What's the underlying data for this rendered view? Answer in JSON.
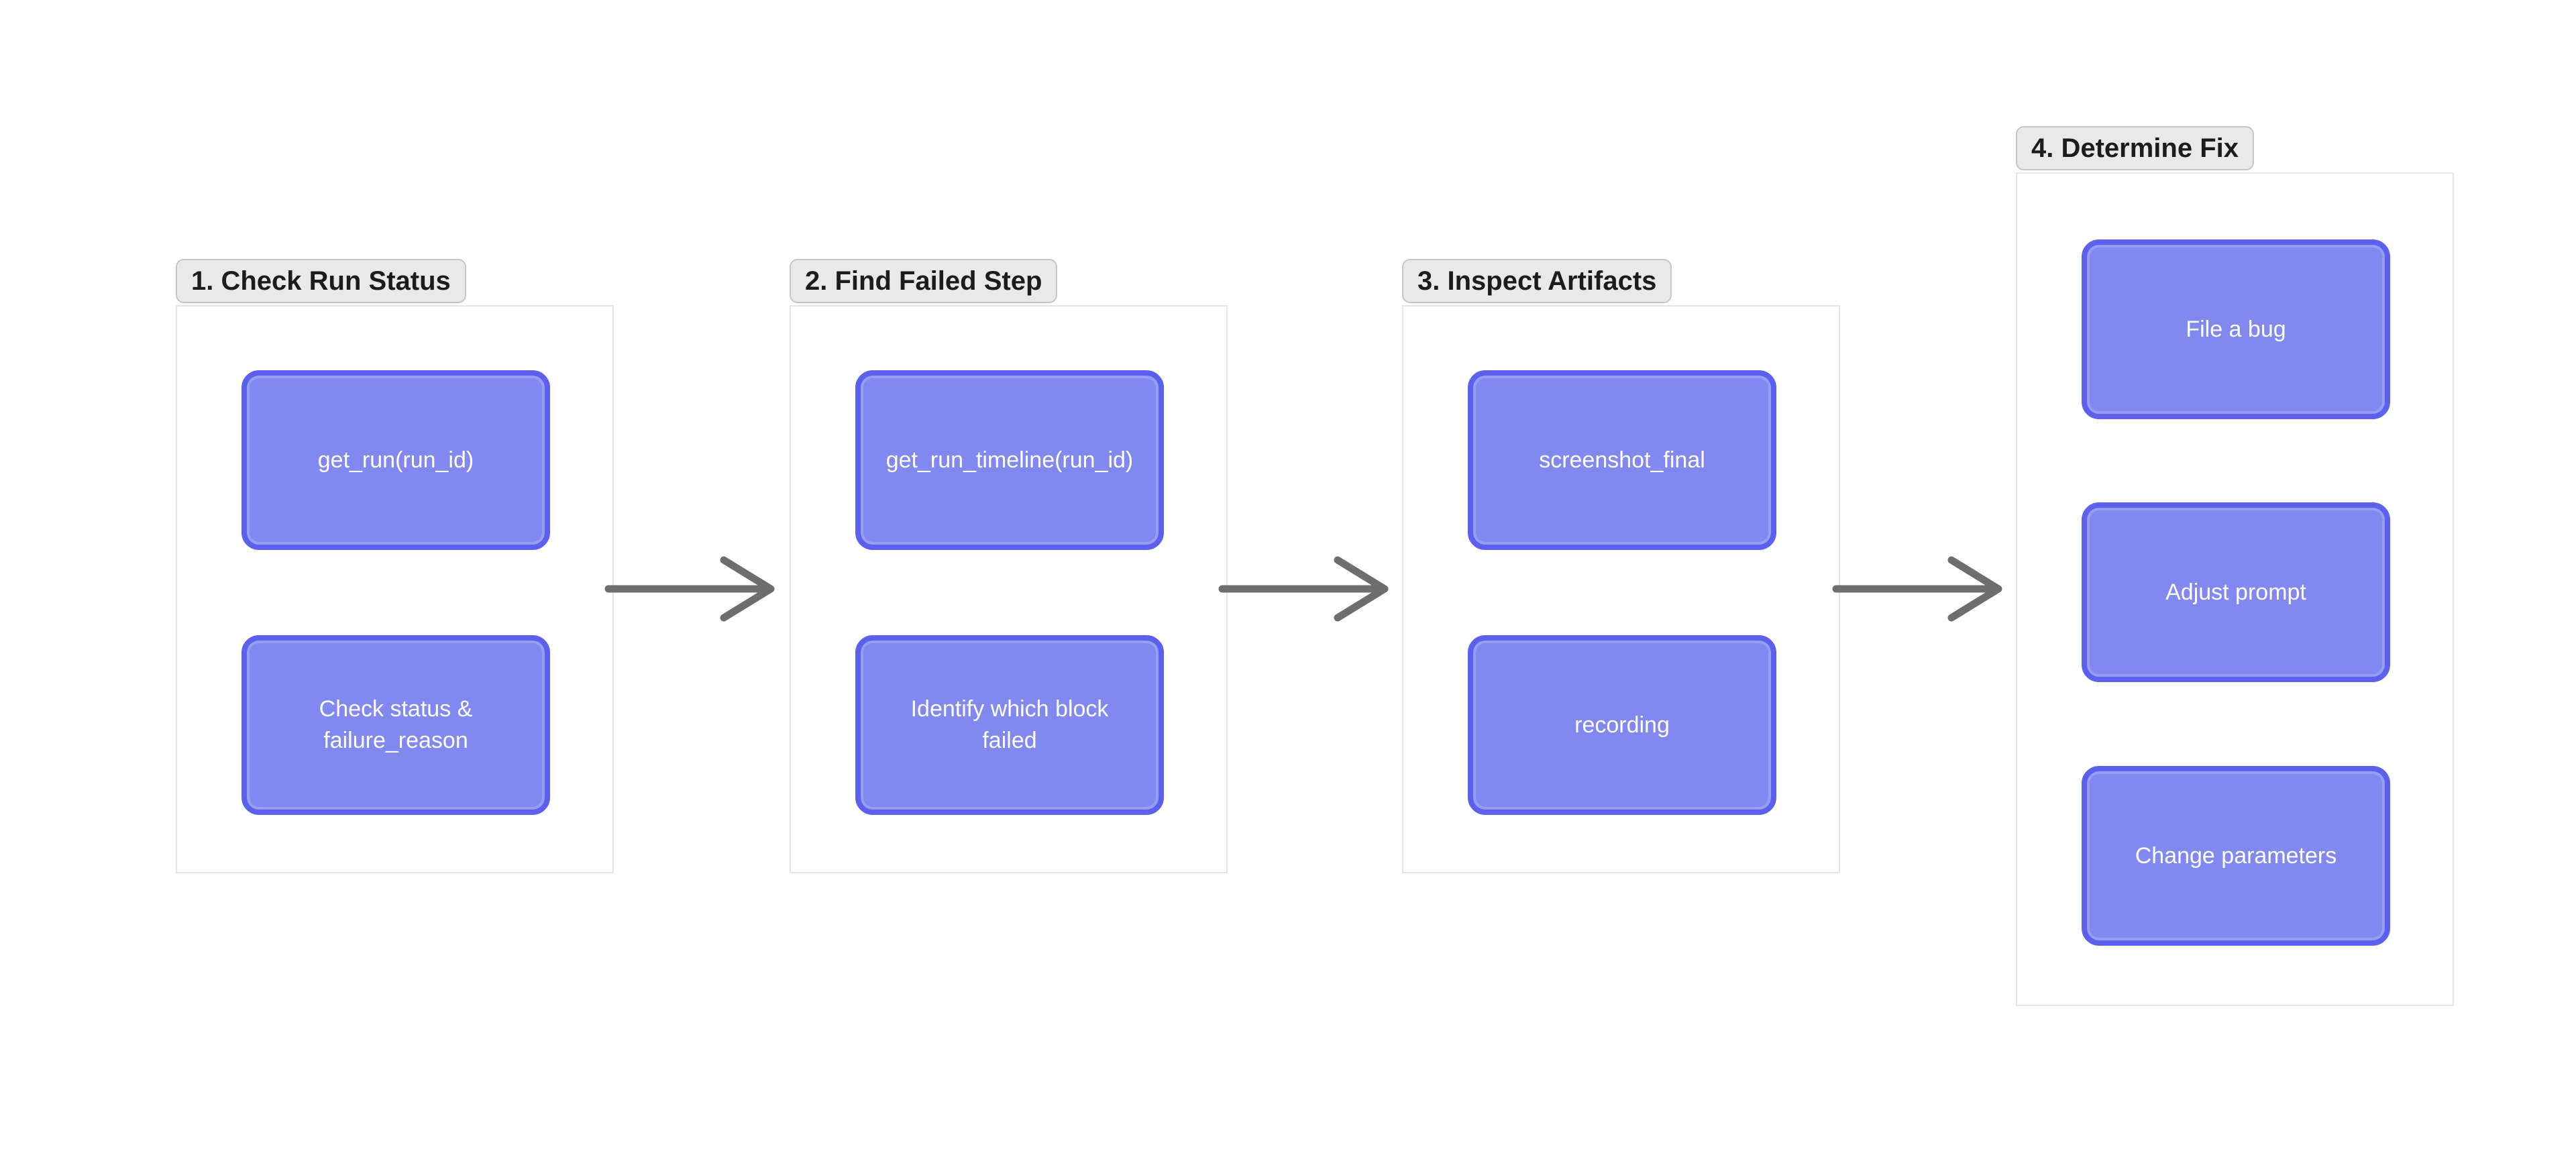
{
  "colors": {
    "canvas_bg": "#ffffff",
    "frame_fill": "#ffffff",
    "frame_border": "#e5e5e5",
    "label_bg": "#e9e9e9",
    "label_border": "#c6c6c6",
    "label_text": "#1c1c1c",
    "node_fill": "#8189f0",
    "node_border": "#5b61ec",
    "node_text": "#ffffff",
    "arrow_color": "#6e6e6e"
  },
  "groups": [
    {
      "label": "1. Check Run Status",
      "nodes": [
        {
          "text": "get_run(run_id)"
        },
        {
          "text": "Check status &\nfailure_reason"
        }
      ]
    },
    {
      "label": "2. Find Failed Step",
      "nodes": [
        {
          "text": "get_run_timeline(run_id)"
        },
        {
          "text": "Identify which block\nfailed"
        }
      ]
    },
    {
      "label": "3. Inspect Artifacts",
      "nodes": [
        {
          "text": "screenshot_final"
        },
        {
          "text": "recording"
        }
      ]
    },
    {
      "label": "4. Determine Fix",
      "nodes": [
        {
          "text": "File a bug"
        },
        {
          "text": "Adjust prompt"
        },
        {
          "text": "Change parameters"
        }
      ]
    }
  ],
  "arrows": [
    {
      "from": "1. Check Run Status",
      "to": "2. Find Failed Step"
    },
    {
      "from": "2. Find Failed Step",
      "to": "3. Inspect Artifacts"
    },
    {
      "from": "3. Inspect Artifacts",
      "to": "4. Determine Fix"
    }
  ]
}
